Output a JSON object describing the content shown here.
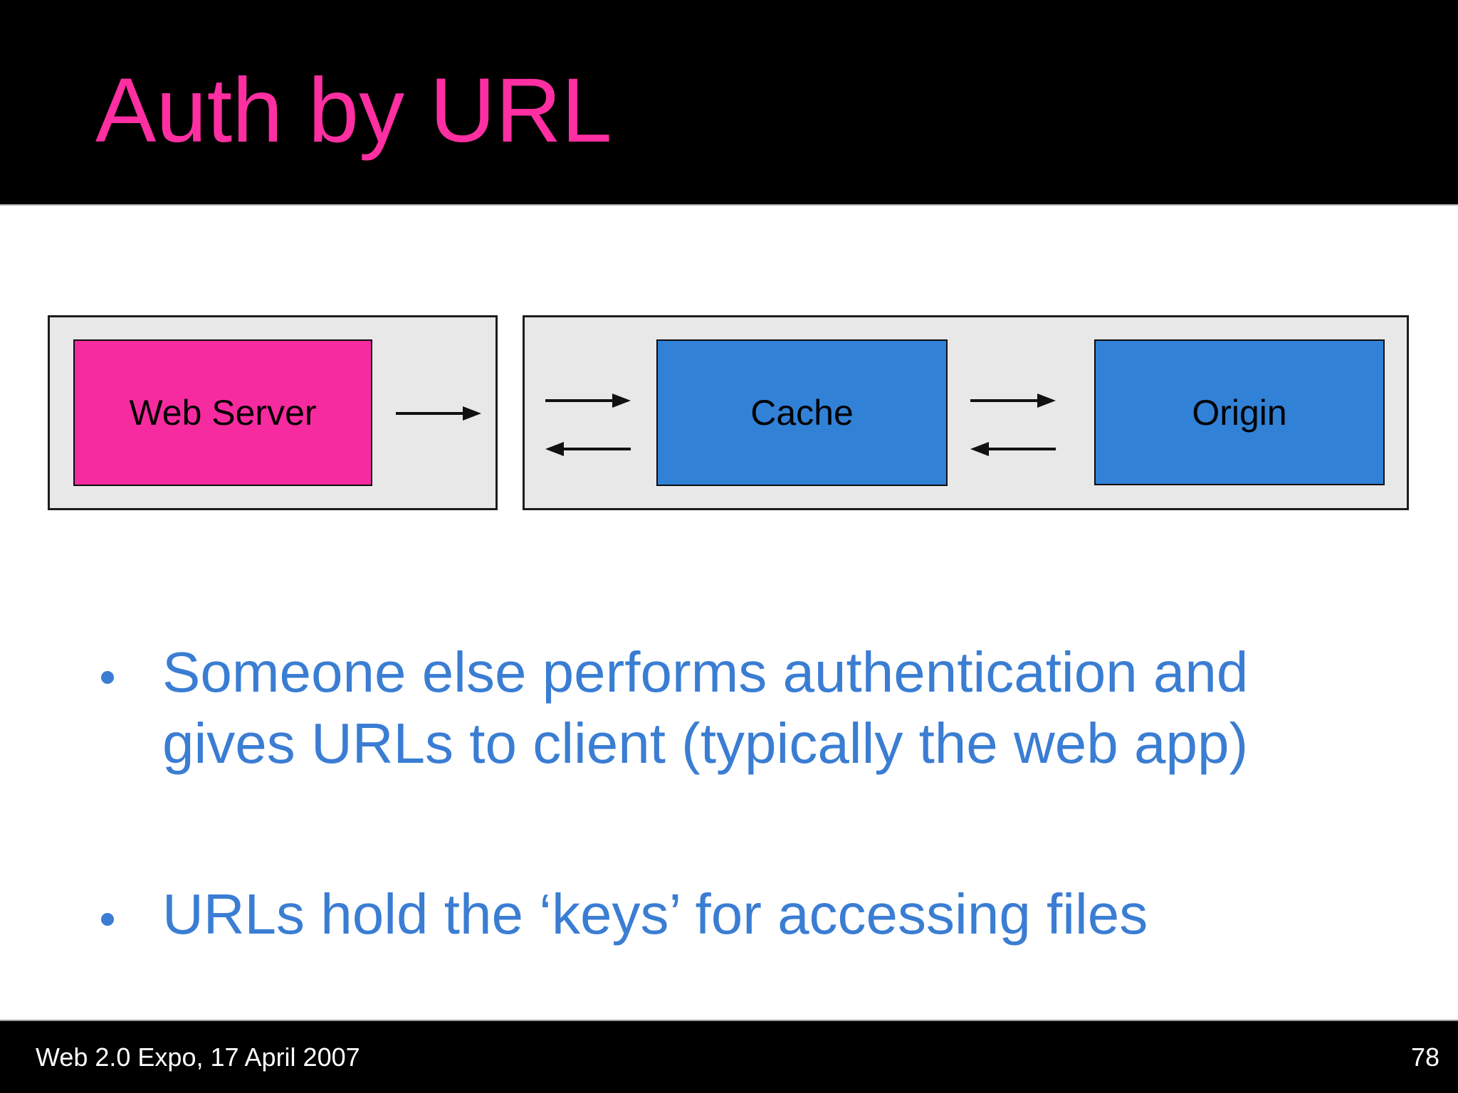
{
  "slide": {
    "title": "Auth by URL",
    "bullets": [
      "Someone else performs authentication and gives URLs to client (typically the web app)",
      "URLs hold the ‘keys’ for accessing files"
    ],
    "diagram": {
      "web_server_label": "Web Server",
      "cache_label": "Cache",
      "origin_label": "Origin",
      "flows": [
        "web-server -> client panel edge",
        "client -> cache",
        "cache -> client",
        "cache -> origin",
        "origin -> cache"
      ]
    },
    "footer": {
      "left_text": "Web 2.0 Expo, 17 April 2007",
      "page_number": "78"
    },
    "colors": {
      "header_bg": "#000000",
      "title_pink": "#ff2fa2",
      "box_pink": "#f72ba0",
      "box_blue": "#3181d6",
      "bullet_blue": "#3a7dd3",
      "panel_gray": "#e9e8e9",
      "footer_text": "#ffffff"
    }
  }
}
